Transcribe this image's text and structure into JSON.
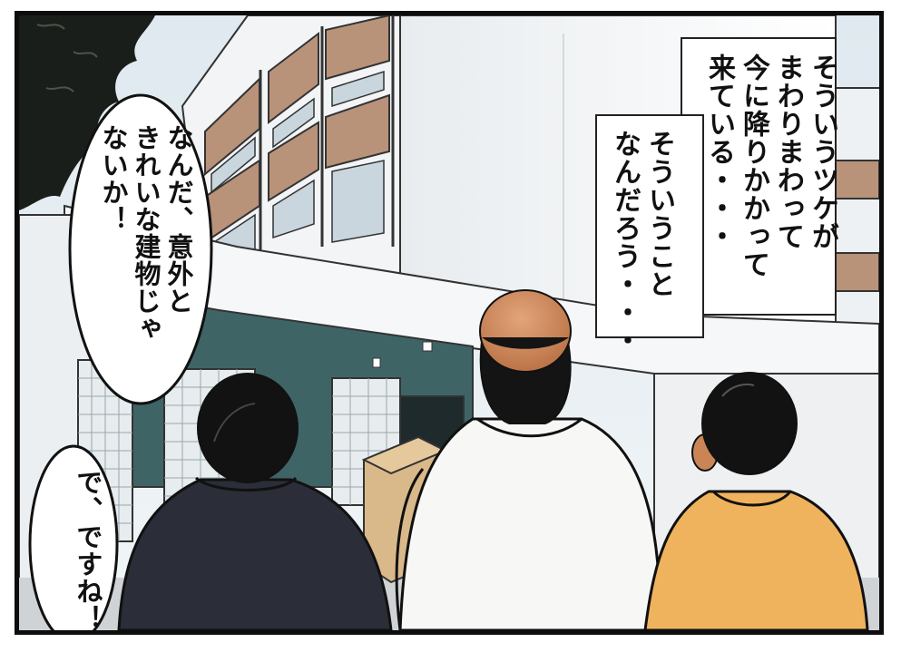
{
  "panel": {
    "narration_top": "そういうツケが\nまわりまわって\n今に降りかかって\n来ている・・・",
    "narration_mid": "そういうこと\nなんだろう・・・",
    "speech_left": "なんだ、意外と\nきれいな建物じゃ\nないか！",
    "speech_bottom": "で、ですね！"
  },
  "colors": {
    "sky": "#e9f0f4",
    "building_wall": "#f3f5f7",
    "balcony": "#b9927a",
    "entrance_teal": "#3f6466",
    "shirt_white": "#f7f7f5",
    "shirt_orange": "#f0b35d",
    "jacket_dark": "#2b2d38",
    "hair": "#121212",
    "skin": "#c98556"
  }
}
